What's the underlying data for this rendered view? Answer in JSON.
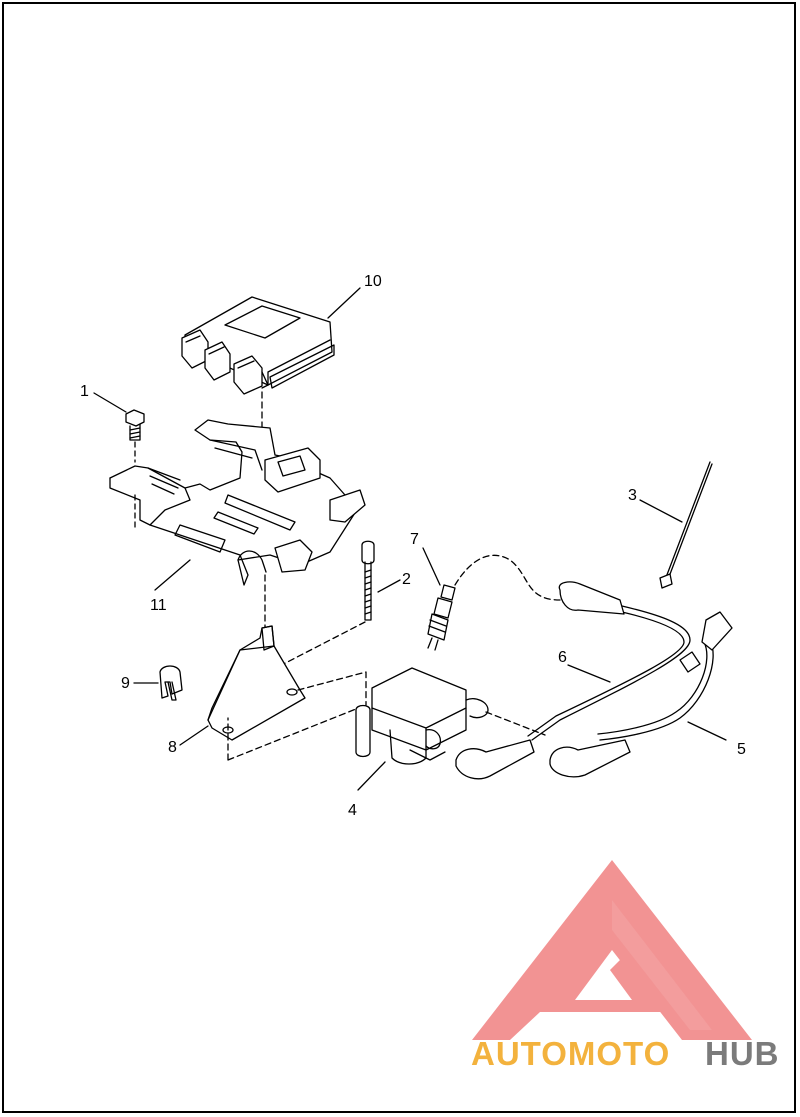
{
  "callouts": {
    "c1": "1",
    "c2": "2",
    "c3": "3",
    "c4": "4",
    "c5": "5",
    "c6": "6",
    "c7": "7",
    "c8": "8",
    "c9": "9",
    "c10": "10",
    "c11": "11"
  },
  "watermark": {
    "part1": "AUTOMOTO",
    "part2": "HUB",
    "color_primary": "#f2a51c",
    "color_secondary": "#ee6f6f",
    "color_tail": "#7b7b7b"
  }
}
